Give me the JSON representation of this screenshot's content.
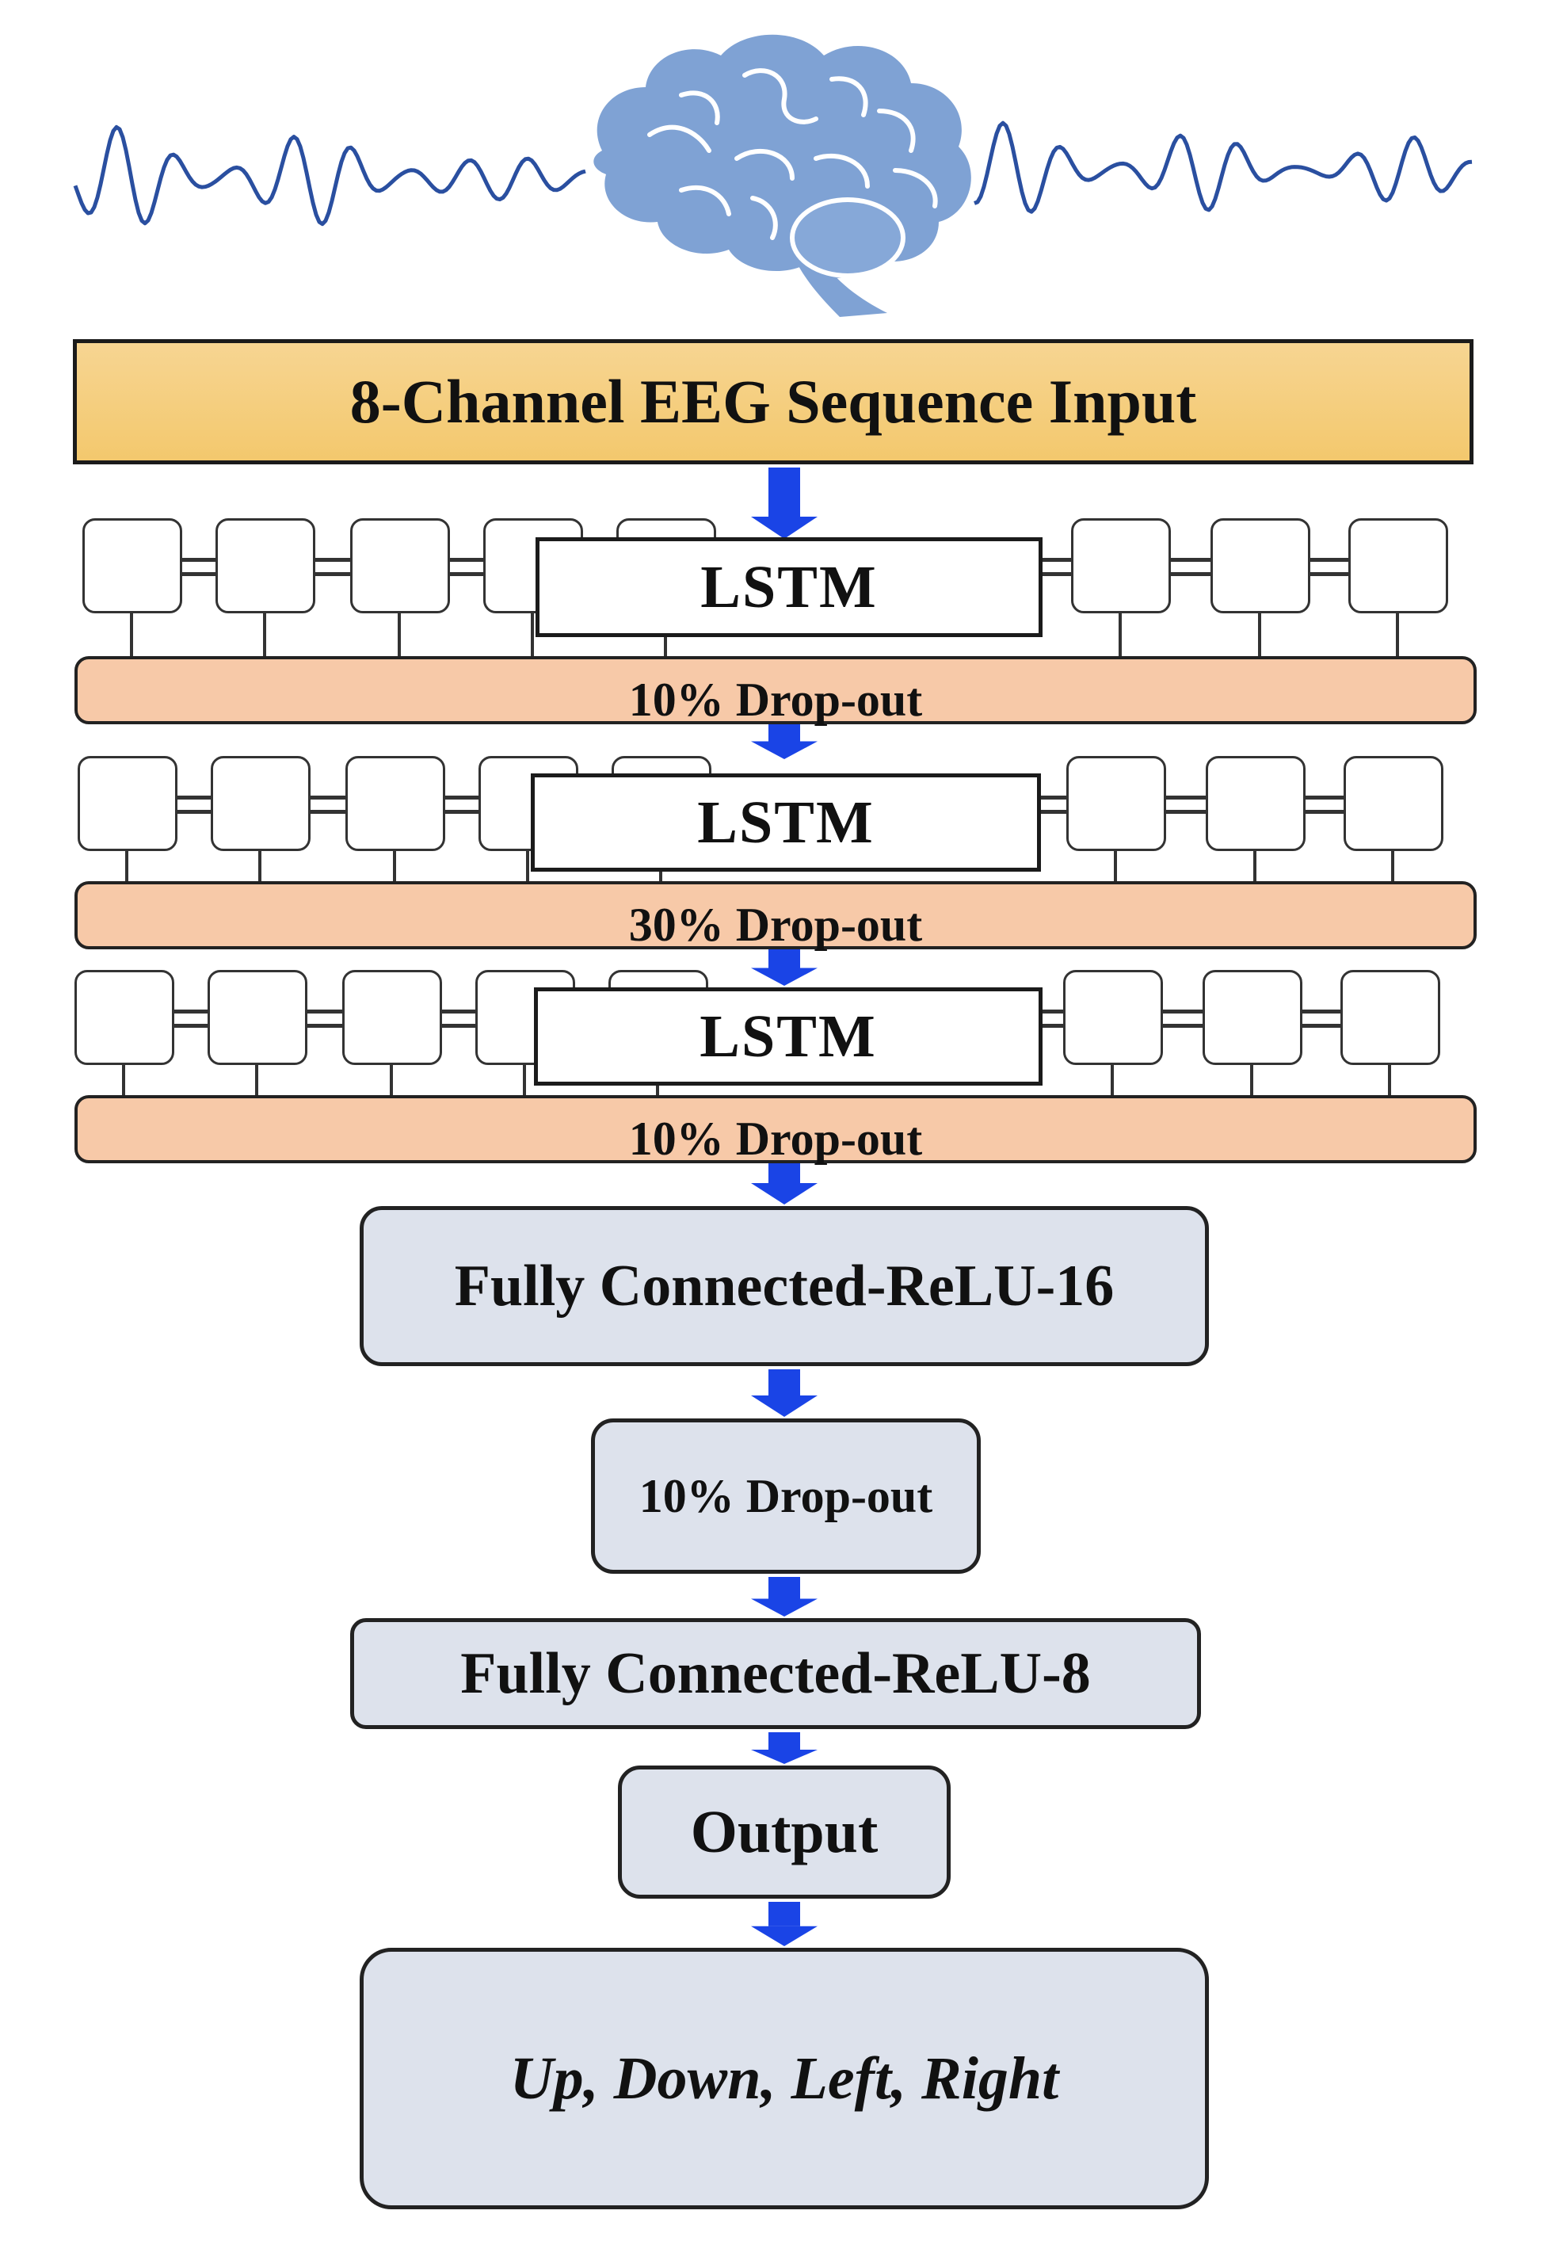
{
  "input_label": "8-Channel EEG Sequence Input",
  "lstm_layers": [
    {
      "label": "LSTM",
      "dropout": "10% Drop-out"
    },
    {
      "label": "LSTM",
      "dropout": "30% Drop-out"
    },
    {
      "label": "LSTM",
      "dropout": "10% Drop-out"
    }
  ],
  "fc1": "Fully Connected-ReLU-16",
  "dropout4": "10% Drop-out",
  "fc2": "Fully Connected-ReLU-8",
  "output": "Output",
  "classes": "Up, Down, Left, Right",
  "colors": {
    "input_fill": "#f3c86d",
    "dropout_fill": "#f7c9a8",
    "fc_fill": "#dde2ec",
    "arrow": "#1a44e6",
    "eeg_wave": "#2a4fa0",
    "brain": "#7fa2d4"
  },
  "icons": [
    "eeg-wave-icon",
    "brain-icon",
    "down-arrow-icon"
  ]
}
